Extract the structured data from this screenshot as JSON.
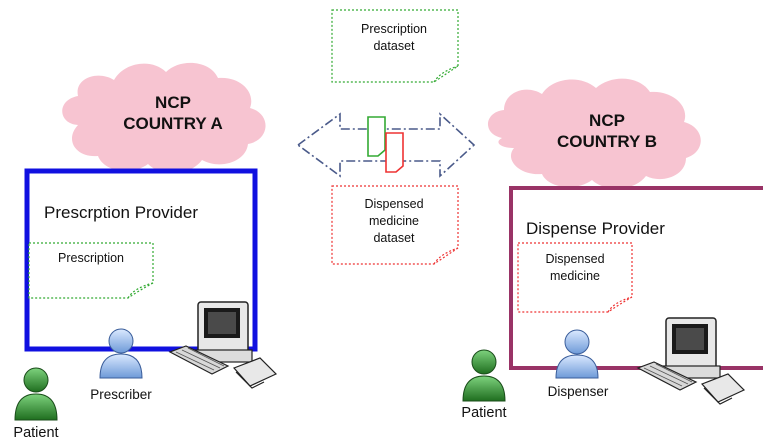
{
  "country_a": {
    "ncp_label": "NCP\nCOUNTRY A",
    "provider_label": "Prescrption Provider",
    "document_label": "Prescription",
    "practitioner_label": "Prescriber",
    "patient_label": "Patient"
  },
  "country_b": {
    "ncp_label": "NCP\nCOUNTRY B",
    "provider_label": "Dispense Provider",
    "document_label": "Dispensed\nmedicine",
    "practitioner_label": "Dispenser",
    "patient_label": "Patient"
  },
  "exchange": {
    "prescription_dataset_label": "Prescription\ndataset",
    "dispensed_dataset_label": "Dispensed\nmedicine\ndataset"
  },
  "colors": {
    "cloud": "#f7c4d1",
    "provider_a_border": "#1010e0",
    "provider_b_border": "#993366",
    "prescription_green": "#33aa33",
    "dispensed_red": "#ee3333",
    "arrow": "#4a5a8a",
    "patient_green": "#2e8b2e",
    "practitioner_blue": "#8fb6ec"
  }
}
